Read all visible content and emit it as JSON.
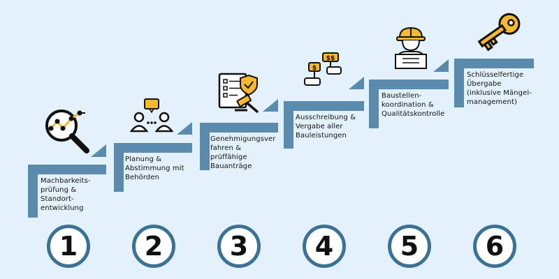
{
  "steps": [
    {
      "number": "1",
      "label": "Machbarkeits-\nprüfung &\nStandort-\nentwicklung",
      "icon": "magnifier-chart-icon"
    },
    {
      "number": "2",
      "label": "Planung &\nAbstimmung mit\nBehörden",
      "icon": "people-discussion-icon"
    },
    {
      "number": "3",
      "label": "Genehmigungsver\nfahren &\nprüffähige\nBauanträge",
      "icon": "document-gavel-icon"
    },
    {
      "number": "4",
      "label": "Ausschreibung &\nVergabe aller\nBauleistungen",
      "icon": "bid-signs-icon"
    },
    {
      "number": "5",
      "label": "Baustellen-\nkoordination &\nQualitätskontrolle",
      "icon": "construction-worker-icon"
    },
    {
      "number": "6",
      "label": "Schlüsselfertige\nÜbergabe\n(inklusive Mängel-\nmanagement)",
      "icon": "key-icon"
    }
  ],
  "colors": {
    "background": "#e3f1fa",
    "stair": "#5a8bad",
    "circle_border": "#3b7195",
    "accent": "#f5b82e"
  }
}
